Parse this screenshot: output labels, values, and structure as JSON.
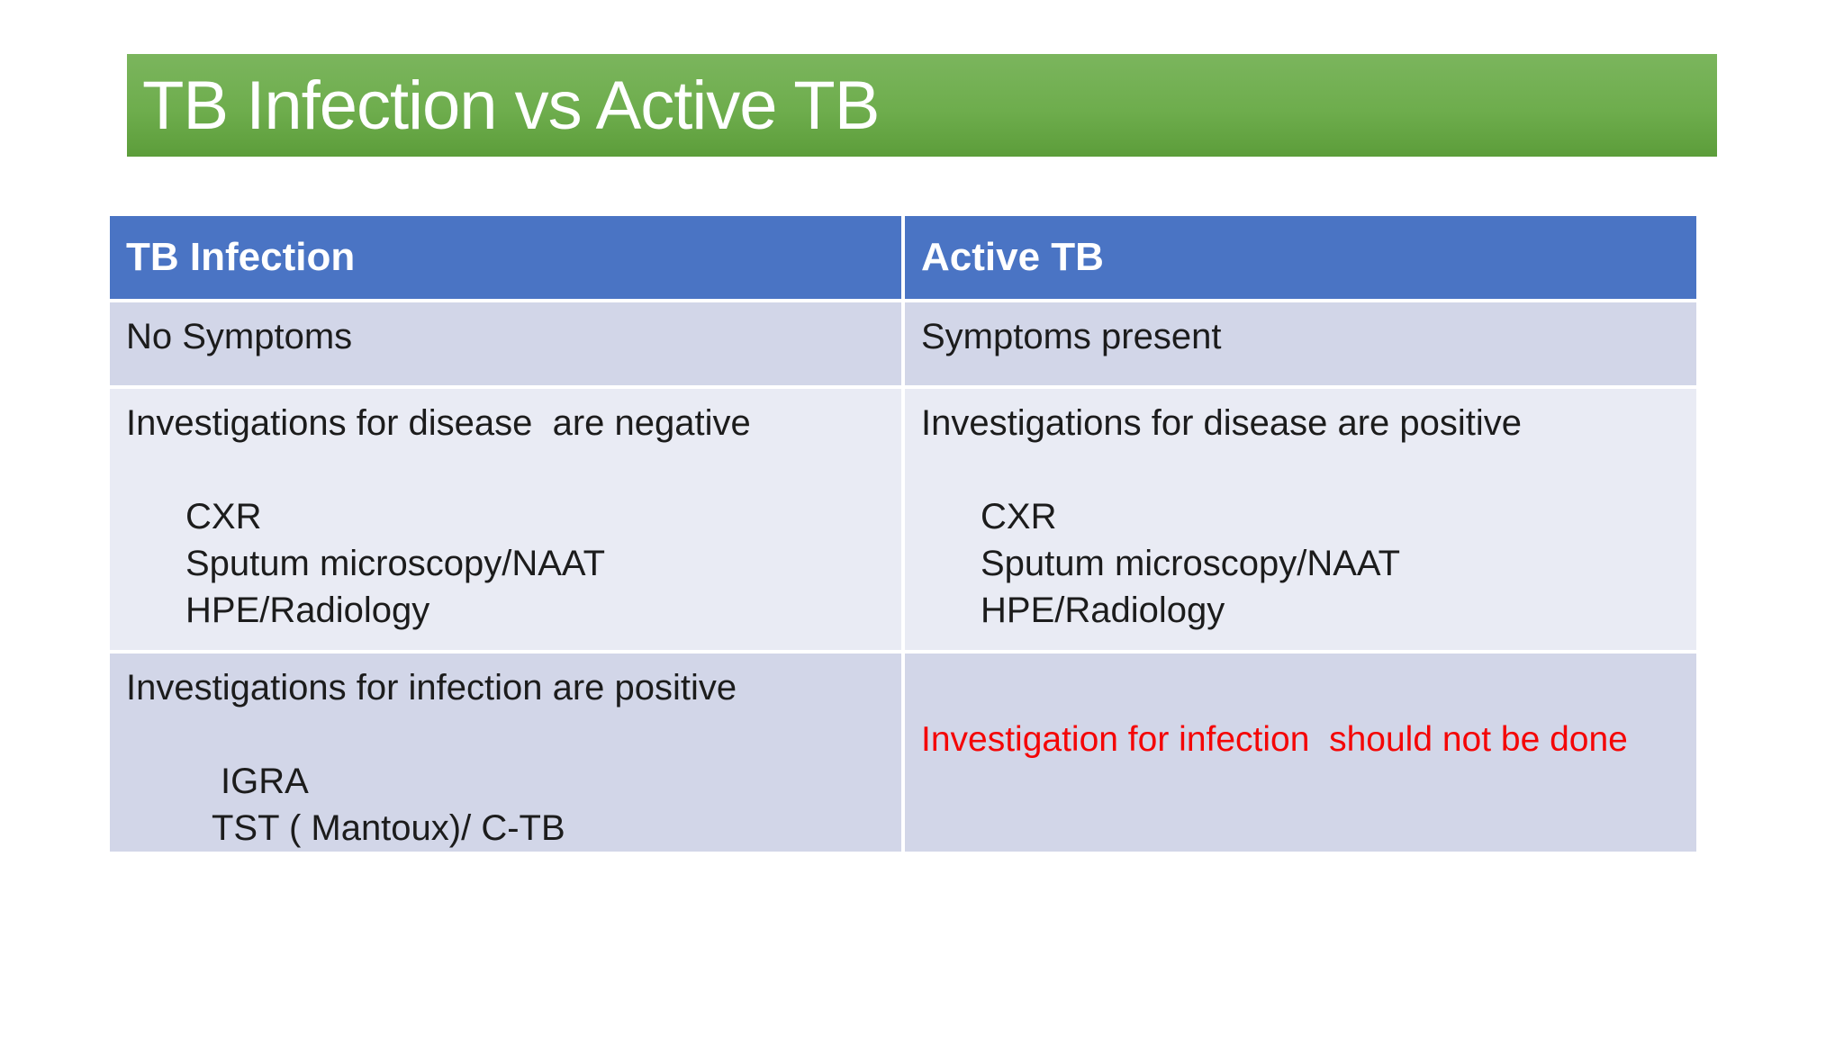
{
  "title_banner": {
    "text": "TB Infection vs Active TB"
  },
  "table": {
    "header": {
      "left": "TB Infection",
      "right": "Active TB"
    },
    "row_symptoms": {
      "left": "No Symptoms",
      "right": "Symptoms present"
    },
    "row_disease": {
      "left_heading": "Investigations for disease  are negative",
      "left_items": [
        "CXR",
        "Sputum microscopy/NAAT",
        "HPE/Radiology"
      ],
      "right_heading": "Investigations for disease are positive",
      "right_items": [
        "CXR",
        "Sputum microscopy/NAAT",
        "HPE/Radiology"
      ]
    },
    "row_infection": {
      "left_heading": "Investigations for infection are positive",
      "left_items": [
        "IGRA",
        "TST ( Mantoux)/ C-TB"
      ],
      "right_note": "Investigation for infection  should not be done"
    }
  },
  "colors": {
    "banner_green_top": "#7bb55d",
    "banner_green_bottom": "#5c9d3a",
    "header_blue": "#4a74c4",
    "band_dark": "#d2d6e8",
    "band_light": "#e9ebf4",
    "note_red": "#f40606",
    "title_text": "#ffffff",
    "body_text": "#1c1c1c"
  }
}
